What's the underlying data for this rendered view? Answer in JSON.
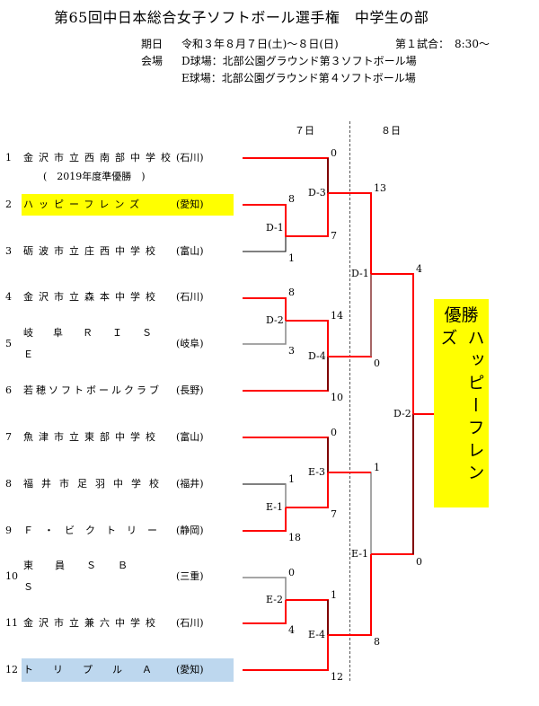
{
  "title": "第65回中日本総合女子ソフトボール選手権　中学生の部",
  "info": {
    "date_label": "期日",
    "date_value": "令和３年８月７日(土)～８日(日)",
    "first_game": "第１試合：　8:30～",
    "venue_label": "会場",
    "venue_d": "D球場：北部公園グラウンド第３ソフトボール場",
    "venue_e": "E球場：北部公園グラウンド第４ソフトボール場"
  },
  "days": {
    "day1": "７日",
    "day2": "８日"
  },
  "teams": [
    {
      "num": "1",
      "name": "金沢市立西南部中学校",
      "pref": "(石川)"
    },
    {
      "num": "2",
      "name": "ハッピーフレンズ",
      "pref": "(愛知)"
    },
    {
      "num": "3",
      "name": "砺波市立庄西中学校",
      "pref": "(富山)"
    },
    {
      "num": "4",
      "name": "金沢市立森本中学校",
      "pref": "(石川)"
    },
    {
      "num": "5",
      "name": "岐阜ＲＩＳＥ",
      "pref": "(岐阜)"
    },
    {
      "num": "6",
      "name": "若穂ソフトボールクラブ",
      "pref": "(長野)"
    },
    {
      "num": "7",
      "name": "魚津市立東部中学校",
      "pref": "(富山)"
    },
    {
      "num": "8",
      "name": "福井市足羽中学校",
      "pref": "(福井)"
    },
    {
      "num": "9",
      "name": "Ｆ・ビクトリー",
      "pref": "(静岡)"
    },
    {
      "num": "10",
      "name": "東員ＳＢＳ",
      "pref": "(三重)"
    },
    {
      "num": "11",
      "name": "金沢市立兼六中学校",
      "pref": "(石川)"
    },
    {
      "num": "12",
      "name": "トリプルＡ",
      "pref": "(愛知)"
    }
  ],
  "team1_note": "(　2019年度準優勝　)",
  "matches": {
    "D1": {
      "label": "D-1",
      "top_score": "8",
      "bottom_score": "1"
    },
    "D2": {
      "label": "D-2",
      "top_score": "8",
      "bottom_score": "3"
    },
    "D3": {
      "label": "D-3",
      "top_score": "0",
      "bottom_score": "7"
    },
    "D4": {
      "label": "D-4",
      "top_score": "14",
      "bottom_score": "10"
    },
    "E1": {
      "label": "E-1",
      "top_score": "1",
      "bottom_score": "18"
    },
    "E2": {
      "label": "E-2",
      "top_score": "0",
      "bottom_score": "4"
    },
    "E3": {
      "label": "E-3",
      "top_score": "0",
      "bottom_score": "7"
    },
    "E4": {
      "label": "E-4",
      "top_score": "1",
      "bottom_score": "12"
    },
    "SF1": {
      "label": "D-1",
      "top_score": "13",
      "bottom_score": "0"
    },
    "SF2": {
      "label": "E-1",
      "top_score": "1",
      "bottom_score": "8"
    },
    "F": {
      "label": "D-2",
      "top_score": "4",
      "bottom_score": "0"
    }
  },
  "champion": {
    "label": "優勝",
    "team": "ハッピーフレンズ"
  },
  "colors": {
    "win_line": "#ff0000",
    "lose_line": "#000000",
    "highlight_champion": "#ffff00",
    "highlight_runner": "#bdd7ee"
  }
}
